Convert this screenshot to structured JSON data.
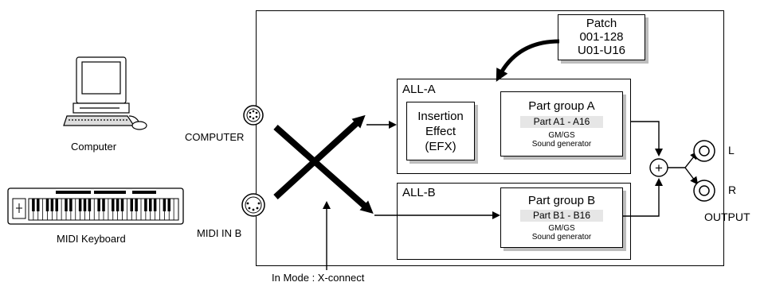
{
  "devices": {
    "computer_label": "Computer",
    "keyboard_label": "MIDI Keyboard"
  },
  "ports": {
    "computer": "COMPUTER",
    "midi_in_b": "MIDI IN B"
  },
  "patch": {
    "title": "Patch",
    "range1": "001-128",
    "range2": "U01-U16"
  },
  "all_a": {
    "title": "ALL-A",
    "efx": [
      "Insertion",
      "Effect",
      "(EFX)"
    ],
    "part_group": "Part group A",
    "parts": "Part A1 - A16",
    "gen1": "GM/GS",
    "gen2": "Sound generator"
  },
  "all_b": {
    "title": "ALL-B",
    "part_group": "Part group B",
    "parts": "Part B1 - B16",
    "gen1": "GM/GS",
    "gen2": "Sound generator"
  },
  "output": {
    "left": "L",
    "right": "R",
    "label": "OUTPUT",
    "plus": "+"
  },
  "mode": {
    "label": "In Mode : X-connect"
  }
}
